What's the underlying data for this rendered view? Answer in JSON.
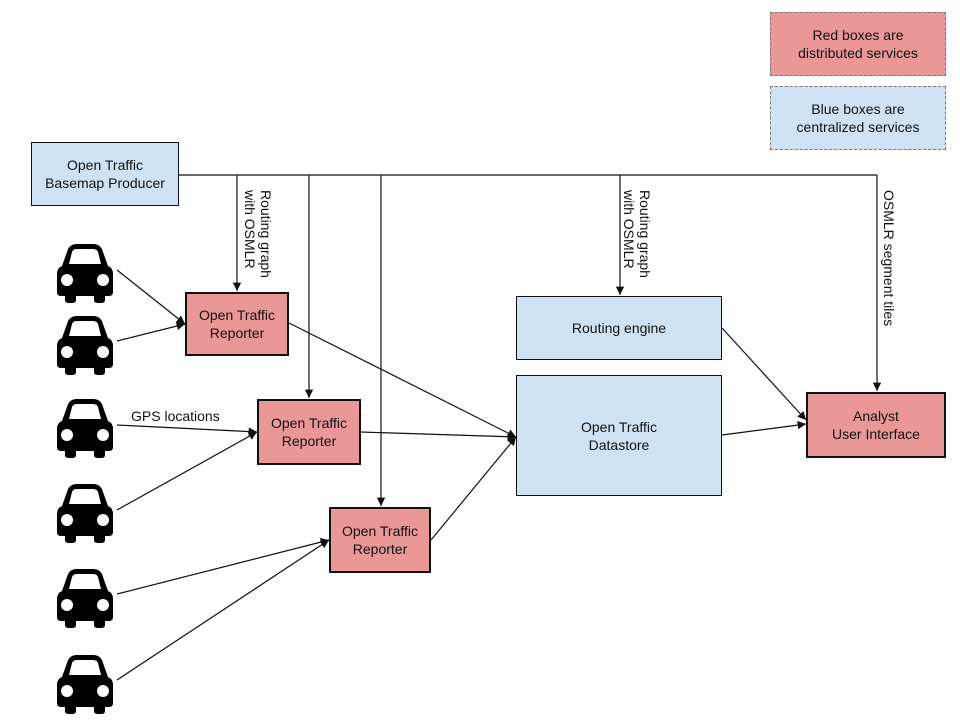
{
  "legend": {
    "red": [
      "Red boxes are",
      "distributed services"
    ],
    "blue": [
      "Blue boxes are",
      "centralized services"
    ]
  },
  "colors": {
    "distributed": "#e99797",
    "centralized": "#cfe2f3",
    "line": "#111111"
  },
  "nodes": {
    "basemap": [
      "Open Traffic",
      "Basemap Producer"
    ],
    "reporter1": [
      "Open Traffic",
      "Reporter"
    ],
    "reporter2": [
      "Open Traffic",
      "Reporter"
    ],
    "reporter3": [
      "Open Traffic",
      "Reporter"
    ],
    "routing_engine": [
      "Routing engine"
    ],
    "datastore": [
      "Open Traffic",
      "Datastore"
    ],
    "analyst": [
      "Analyst",
      "User Interface"
    ]
  },
  "edge_labels": {
    "routing_graph_1": [
      "Routing graph",
      "with OSMLR"
    ],
    "routing_graph_2": [
      "Routing graph",
      "with OSMLR"
    ],
    "osmlr_tiles": "OSMLR segment tiles",
    "gps": "GPS locations"
  },
  "icons": {
    "vehicle": "car-icon"
  }
}
